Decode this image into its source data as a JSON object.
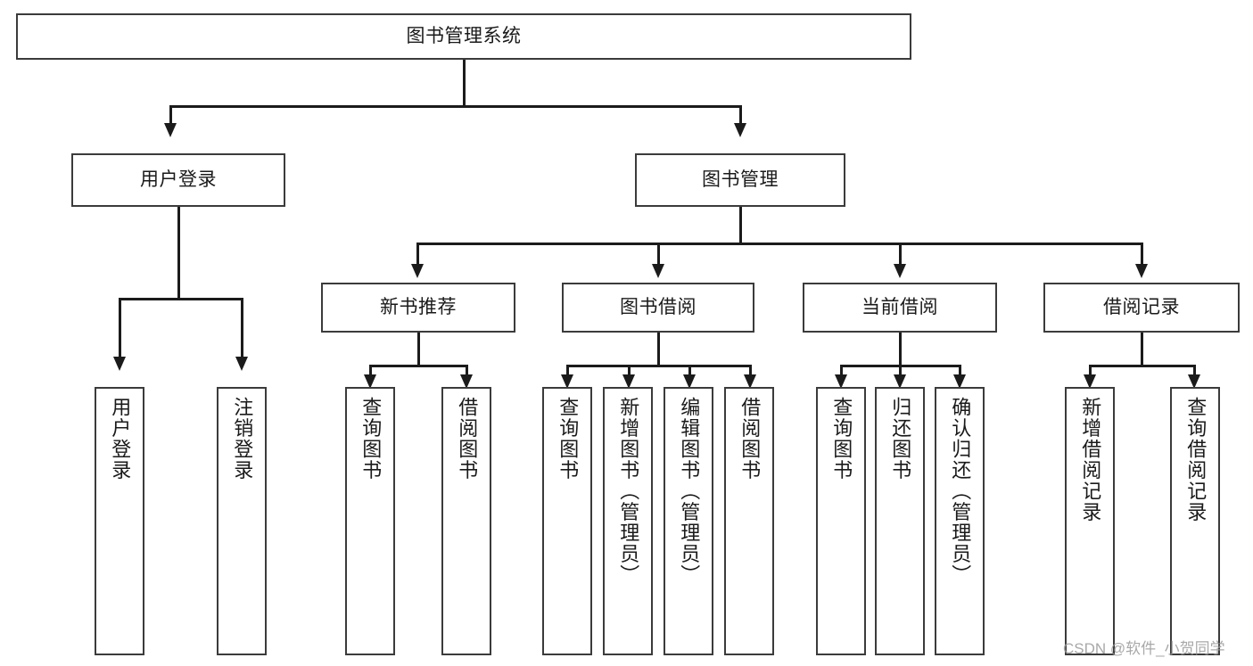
{
  "diagram": {
    "type": "tree",
    "title": "图书管理系统",
    "background_color": "#ffffff",
    "box_border_color": "#3b3b3b",
    "line_color": "#1b1b1b",
    "text_color": "#1a1a1a"
  },
  "root": {
    "label": "图书管理系统"
  },
  "level1": [
    {
      "label": "用户登录"
    },
    {
      "label": "图书管理"
    }
  ],
  "level2": [
    {
      "label": "新书推荐"
    },
    {
      "label": "图书借阅"
    },
    {
      "label": "当前借阅"
    },
    {
      "label": "借阅记录"
    }
  ],
  "leaves": {
    "user_login": [
      {
        "label": "用户登录"
      },
      {
        "label": "注销登录"
      }
    ],
    "new_book": [
      {
        "label": "查询图书"
      },
      {
        "label": "借阅图书"
      }
    ],
    "book_borrow": [
      {
        "label": "查询图书"
      },
      {
        "label": "新增图书（管理员）"
      },
      {
        "label": "编辑图书（管理员）"
      },
      {
        "label": "借阅图书"
      }
    ],
    "current_borrow": [
      {
        "label": "查询图书"
      },
      {
        "label": "归还图书"
      },
      {
        "label": "确认归还（管理员）"
      }
    ],
    "borrow_record": [
      {
        "label": "新增借阅记录"
      },
      {
        "label": "查询借阅记录"
      }
    ]
  },
  "watermark": {
    "text": "CSDN @软件_小贺同学"
  }
}
